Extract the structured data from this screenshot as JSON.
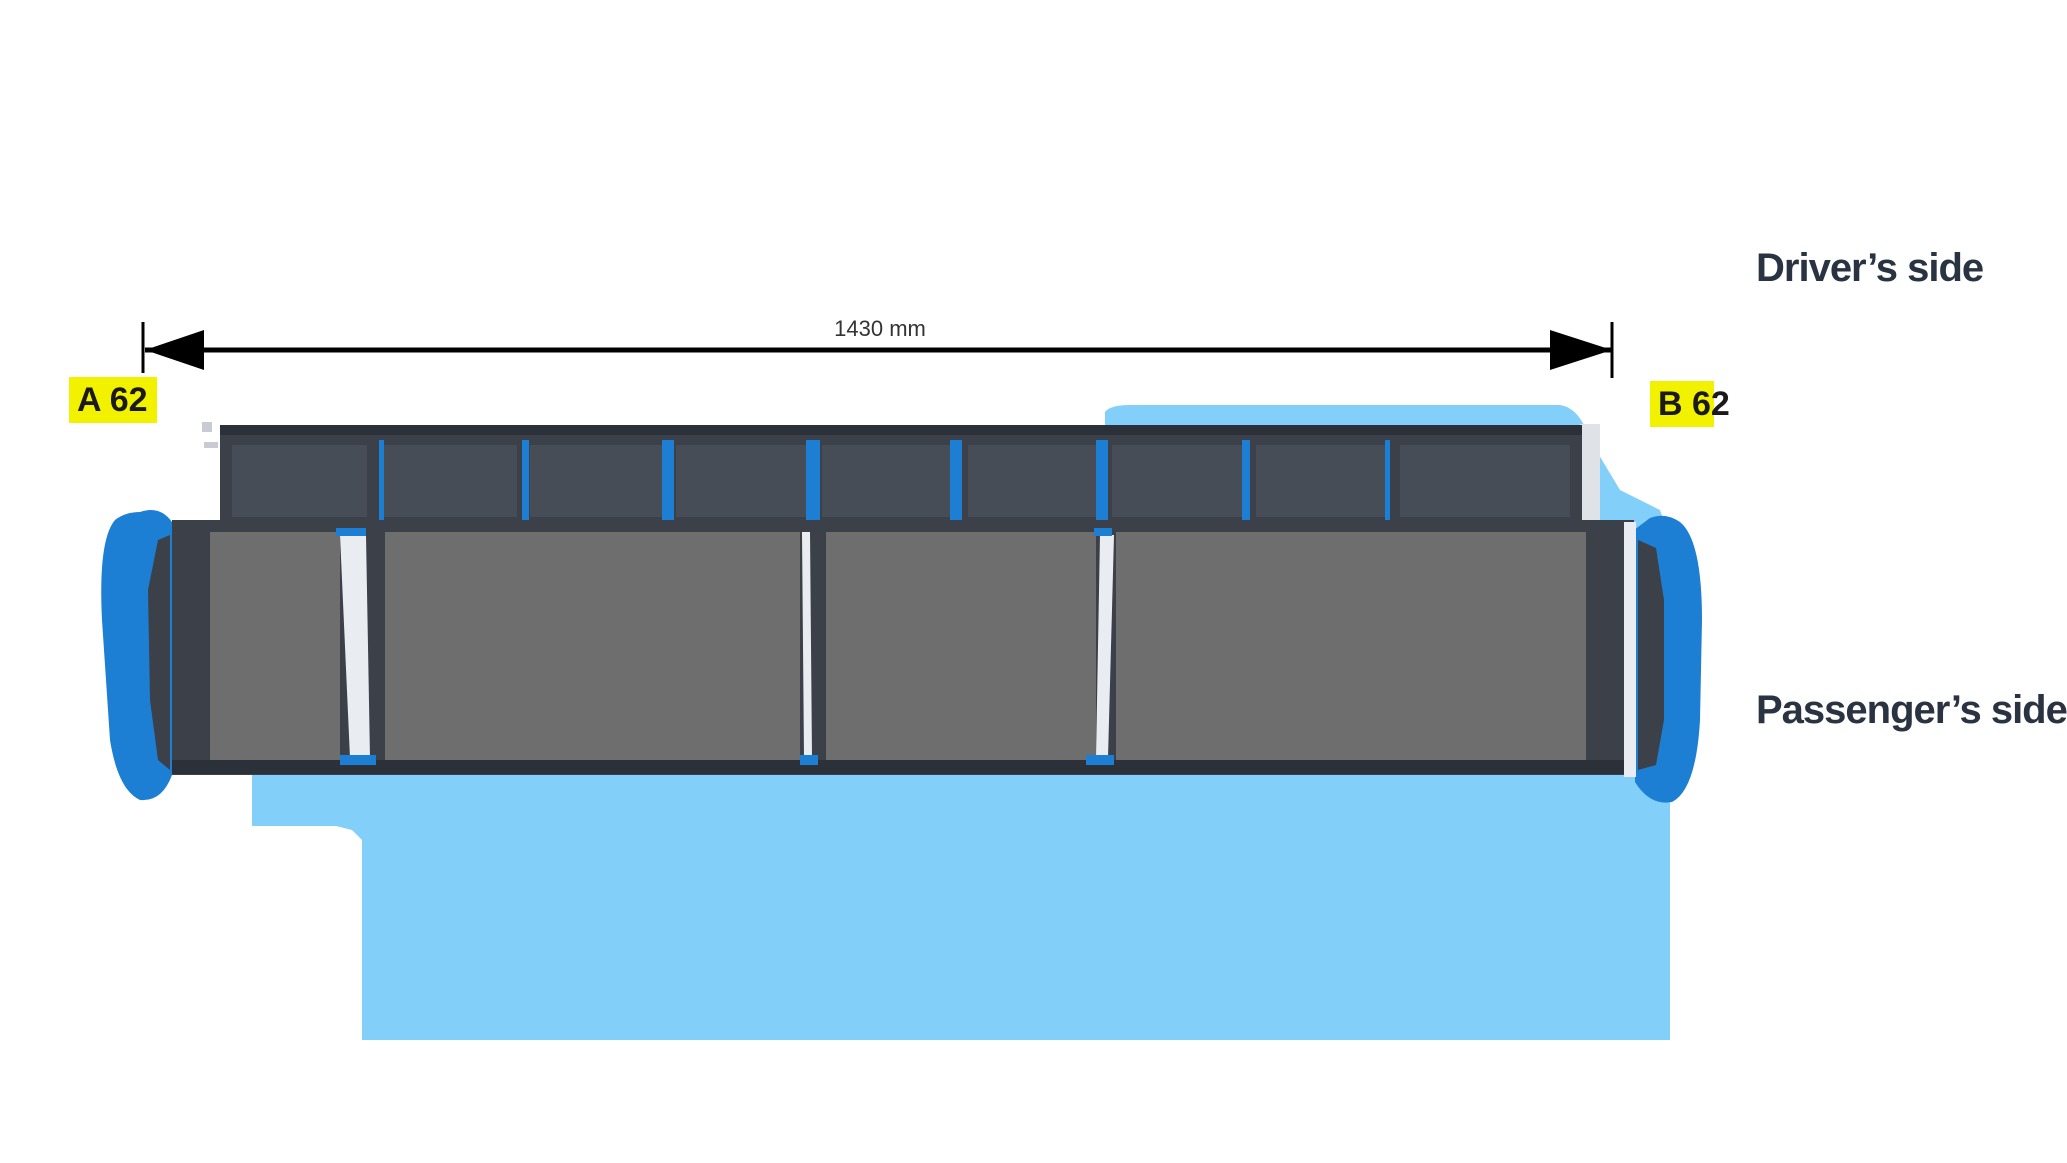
{
  "dimension": {
    "value": "1430 mm"
  },
  "markers": {
    "a": "A 62",
    "b": "B 62"
  },
  "sides": {
    "driver": "Driver’s side",
    "passenger": "Passenger’s side"
  },
  "colors": {
    "vehicle_floor": "#82cffa",
    "frame_dark": "#3b4049",
    "panel_grey": "#6e6e6e",
    "accent_blue": "#1c7fd4",
    "tag_yellow": "#f2f200",
    "text_dark": "#2a3342"
  }
}
